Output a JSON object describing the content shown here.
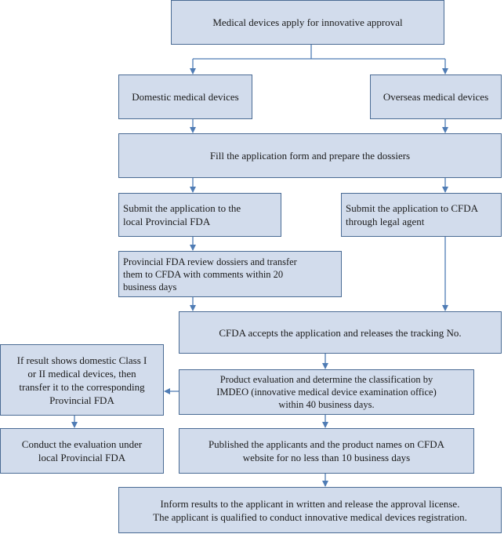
{
  "nodes": {
    "apply": "Medical devices apply for innovative approval",
    "domestic": "Domestic medical devices",
    "overseas": "Overseas medical devices",
    "fill_form": "Fill the application form and prepare the dossiers",
    "submit_provincial": "Submit the application to the\nlocal Provincial FDA",
    "submit_cfda": "Submit the application to CFDA\nthrough legal agent",
    "provincial_review": "Provincial FDA review dossiers and transfer\nthem to CFDA with comments within 20\nbusiness days",
    "cfda_accepts": "CFDA accepts the application and releases the tracking No.",
    "transfer_provincial": "If result shows domestic Class I\nor II medical devices, then\ntransfer it to the corresponding\nProvincial FDA",
    "product_evaluation": "Product evaluation and determine the classification by\nIMDEO (innovative medical  device examination office)\nwithin 40 business days.",
    "conduct_evaluation": "Conduct the evaluation under\nlocal Provincial FDA",
    "published": "Published the applicants and the product names on CFDA\nwebsite for no less than 10 business days",
    "inform_results": "Inform results to the applicant in written and release the approval license.\nThe applicant is qualified to conduct innovative medical devices registration."
  },
  "colors": {
    "box_fill": "#d2dcec",
    "box_border": "#4a6b94",
    "arrow": "#4f7cb5"
  }
}
